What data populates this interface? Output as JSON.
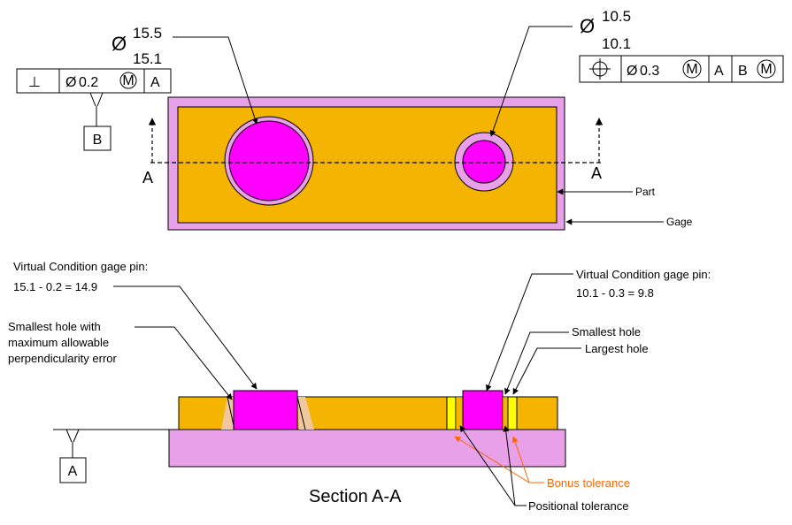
{
  "colors": {
    "part": "#F5B400",
    "gage": "#E8A0E8",
    "pin": "#FF00FF",
    "yellow": "#FFFF00",
    "orange_text": "#FF6600",
    "tan": "#F0C8A0"
  },
  "hole_left": {
    "diameter_symbol": "Ø",
    "upper": "15.5",
    "lower": "15.1"
  },
  "hole_right": {
    "diameter_symbol": "Ø",
    "upper": "10.5",
    "lower": "10.1"
  },
  "fcf_left": {
    "symbol": "⊥",
    "diameter_symbol": "Ø",
    "tolerance": "0.2",
    "modifier": "M",
    "datum": "A"
  },
  "fcf_right": {
    "symbol": "⊕",
    "diameter_symbol": "Ø",
    "tolerance": "0.3",
    "modifier": "M",
    "datum1": "A",
    "datum2": "B",
    "datum2_modifier": "M"
  },
  "datum_b": "B",
  "datum_a": "A",
  "section_left": "A",
  "section_right": "A",
  "labels": {
    "part": "Part",
    "gage": "Gage",
    "vc_left_line1": "Virtual Condition  gage pin:",
    "vc_left_line2": "15.1 - 0.2 = 14.9",
    "vc_right_line1": "Virtual Condition  gage pin:",
    "vc_right_line2": "10.1 - 0.3 = 9.8",
    "smallest_line1": "Smallest  hole with",
    "smallest_line2": "maximum  allowable",
    "smallest_line3": "perpendicularity error",
    "smallest_hole": "Smallest  hole",
    "largest_hole": "Largest hole",
    "bonus_tolerance": "Bonus tolerance",
    "positional_tolerance": "Positional tolerance",
    "section_title": "Section A-A"
  }
}
